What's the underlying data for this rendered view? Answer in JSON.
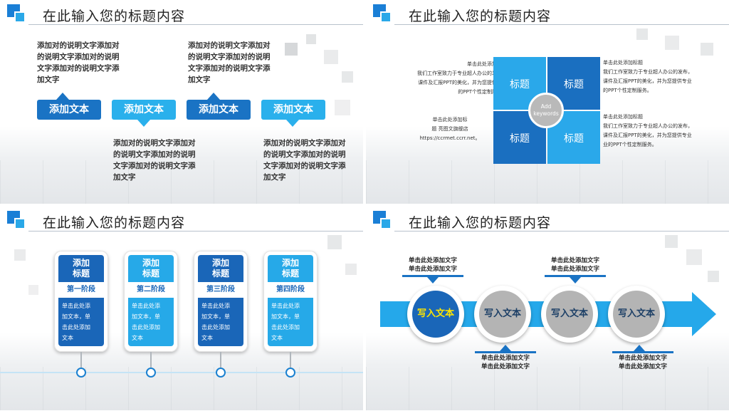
{
  "slide1": {
    "title": "在此输入您的标题内容",
    "desc_top_1": "添加对的说明文字添加对的说明文字添加对的说明文字添加对的说明文字添加文字",
    "desc_top_2": "添加对的说明文字添加对的说明文字添加对的说明文字添加对的说明文字添加文字",
    "desc_bottom_1": "添加对的说明文字添加对的说明文字添加对的说明文字添加对的说明文字添加文字",
    "desc_bottom_2": "添加对的说明文字添加对的说明文字添加对的说明文字添加对的说明文字添加文字",
    "tags": [
      "添加文本",
      "添加文本",
      "添加文本",
      "添加文本"
    ],
    "colors": {
      "dark": "#1a73c4",
      "light": "#2ab0ec"
    }
  },
  "slide2": {
    "title": "在此输入您的标题内容",
    "left_top": {
      "heading": "单击此处添加标题",
      "lines": [
        "我们工作室致力于专业超人办公的发布，",
        "课件及汇报PPT的美化，并为您提供专业",
        "的PPT个性定制服务。"
      ]
    },
    "left_bottom": {
      "lines": [
        "单击此处添加标",
        "题 亮图文旗舰店",
        "https://ccrmet.ccrr.net。"
      ]
    },
    "right_top": {
      "heading": "单击此处添加标题",
      "lines": [
        "我们工作室致力于专业超人办公的发布，",
        "课件及汇报PPT的美化，并为您提供专业",
        "的PPT个性定制服务。"
      ]
    },
    "right_bottom": {
      "heading": "单击此处添加标题",
      "lines": [
        "我们工作室致力于专业超人办公的发布，",
        "课件及汇报PPT的美化，并为您提供专业",
        "业的PPT个性定制服务。"
      ]
    },
    "quads": [
      "标题",
      "标题",
      "标题",
      "标题"
    ],
    "center": [
      "Add",
      "keywords"
    ]
  },
  "slide3": {
    "title": "在此输入您的标题内容",
    "cards": [
      {
        "head": [
          "添加",
          "标题"
        ],
        "stage": "第一阶段",
        "body": [
          "单击此处添",
          "加文本，单",
          "击此处添加",
          "文本"
        ],
        "color": "#1a66b8"
      },
      {
        "head": [
          "添加",
          "标题"
        ],
        "stage": "第二阶段",
        "body": [
          "单击此处添",
          "加文本，单",
          "击此处添加",
          "文本"
        ],
        "color": "#26a9e8"
      },
      {
        "head": [
          "添加",
          "标题"
        ],
        "stage": "第三阶段",
        "body": [
          "单击此处添",
          "加文本，单",
          "击此处添加",
          "文本"
        ],
        "color": "#1a66b8"
      },
      {
        "head": [
          "添加",
          "标题"
        ],
        "stage": "第四阶段",
        "body": [
          "单击此处添",
          "加文本，单",
          "击此处添加",
          "文本"
        ],
        "color": "#26a9e8"
      }
    ]
  },
  "slide4": {
    "title": "在此输入您的标题内容",
    "circles": [
      "写入文本",
      "写入文本",
      "写入文本",
      "写入文本"
    ],
    "top_labels": [
      [
        "单击此处添加文字",
        "单击此处添加文字"
      ],
      [
        "单击此处添加文字",
        "单击此处添加文字"
      ]
    ],
    "bottom_labels": [
      [
        "单击此处添加文字",
        "单击此处添加文字"
      ],
      [
        "单击此处添加文字",
        "单击此处添加文字"
      ]
    ],
    "colors": {
      "active": "#1a66b8",
      "inactive": "#b4b4b4",
      "arrow": "#25a8ea"
    }
  }
}
